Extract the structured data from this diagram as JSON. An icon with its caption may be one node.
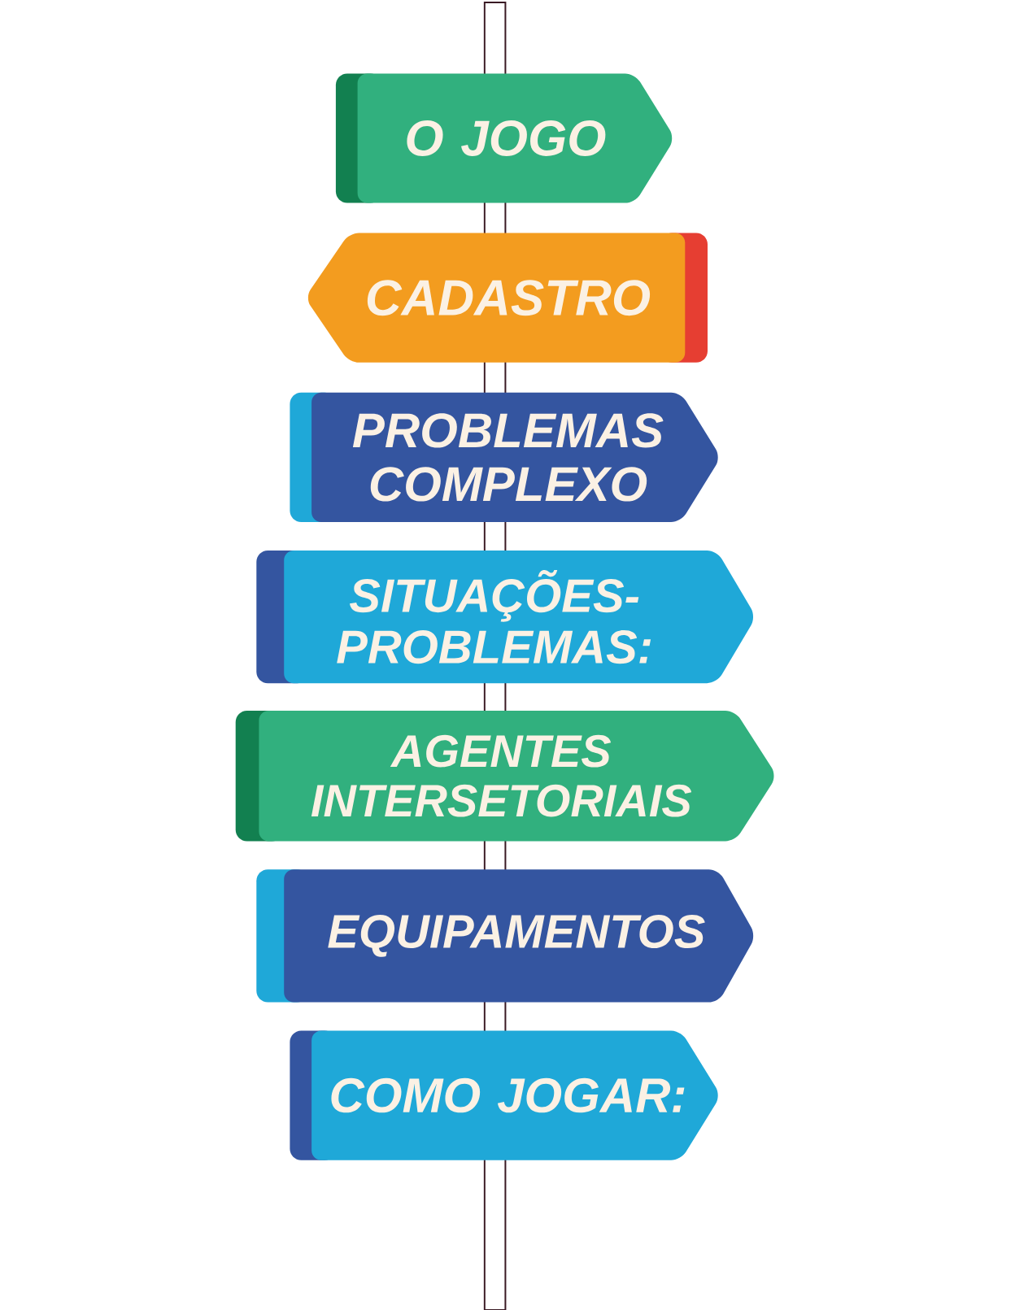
{
  "diagram": {
    "nodes": [
      {
        "text": [
          "O JOGO"
        ]
      },
      {
        "text": [
          "CADASTRO"
        ]
      },
      {
        "text": [
          "PROBLEMAS COMPLEXO"
        ]
      },
      {
        "text": [
          "SITUAÇÕES-PROBLEMAS:"
        ]
      },
      {
        "text": [
          "AGENTES INTERSETORIAIS"
        ]
      },
      {
        "text": [
          "EQUIPAMENTOS"
        ]
      },
      {
        "text": [
          "COMO JOGAR:"
        ]
      }
    ]
  }
}
